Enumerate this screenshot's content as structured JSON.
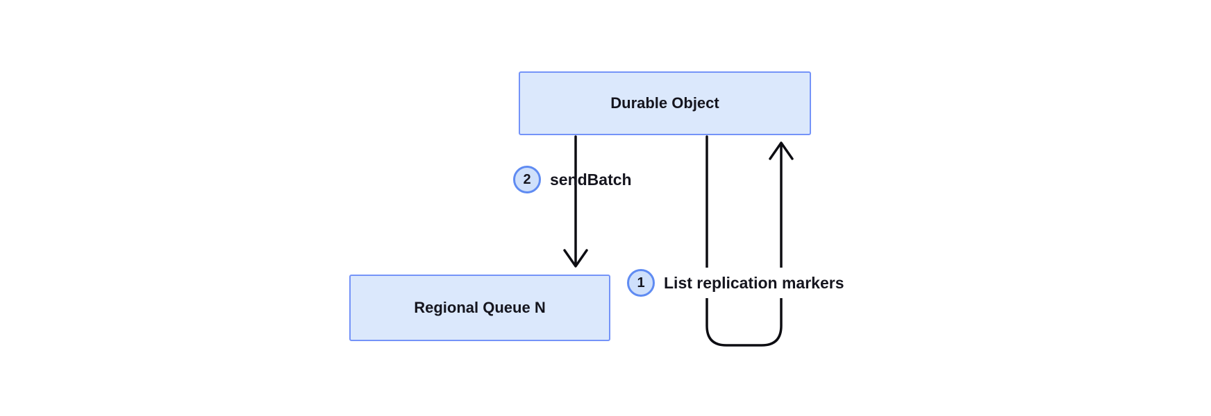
{
  "diagram": {
    "nodes": {
      "durable_object": {
        "label": "Durable Object"
      },
      "regional_queue": {
        "label": "Regional Queue N"
      }
    },
    "steps": {
      "send_batch": {
        "number": "2",
        "label": "sendBatch"
      },
      "list_markers": {
        "number": "1",
        "label": "List replication markers"
      }
    },
    "colors": {
      "node_fill": "#dbe8fc",
      "node_border": "#7493f8",
      "badge_fill": "#cfe0fb",
      "badge_border": "#5f8bf2",
      "arrow": "#0d0d12",
      "label_text": "#15151e",
      "background": "#ffffff"
    }
  }
}
